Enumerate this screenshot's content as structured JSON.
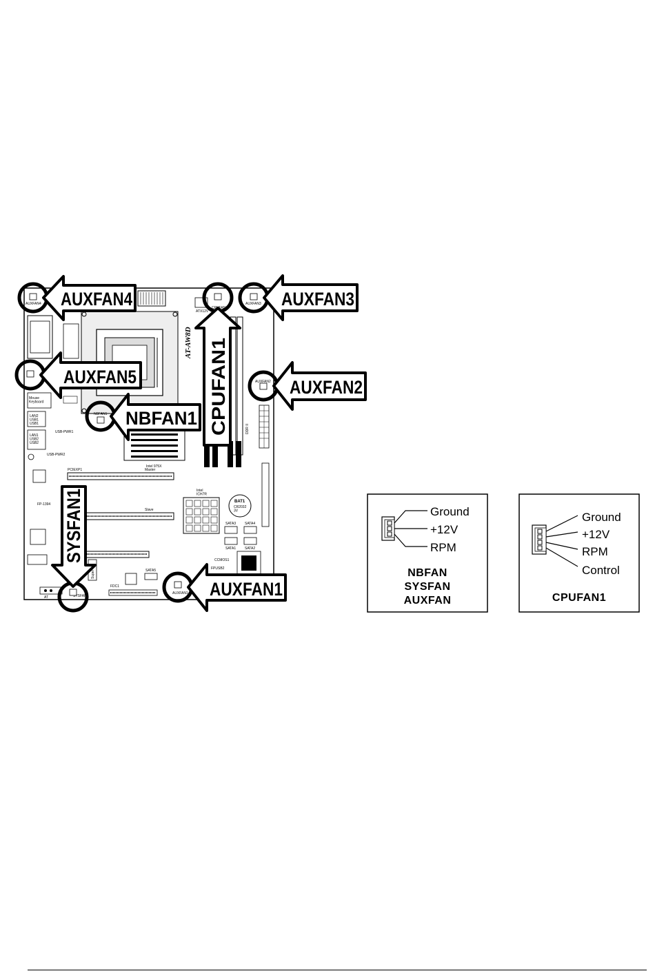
{
  "callouts": {
    "auxfan4": "AUXFAN4",
    "auxfan3": "AUXFAN3",
    "auxfan5": "AUXFAN5",
    "auxfan2": "AUXFAN2",
    "nbfan1": "NBFAN1",
    "cpufan1": "CPUFAN1",
    "sysfan1": "SYSFAN1",
    "auxfan1": "AUXFAN1"
  },
  "board_labels": {
    "auxfan4": "AUXFAN4",
    "cpufan1": "CPUFAN1",
    "auxfan3": "AUXFAN3",
    "auxfan2": "AUXFAN2",
    "nbfan1": "NBFAN1",
    "sysfan1": "SYSFAN1",
    "auxfan1": "AUXFAN1",
    "atx12v": "ATX12V",
    "mouse_keyboard": "Mouse\nKeyboard",
    "lan2_usb": "LAN2\nUSB1\nUSB1",
    "lan1_usb": "LAN1\nUSB2\nUSB2",
    "usb_pwr1": "USB-PWR1",
    "usb_pwr2": "USB-PWR2",
    "pciexp1": "PCIEXP1",
    "master": "Master",
    "slave": "Slave",
    "intel_975x": "Intel 975X",
    "intel_ich7r": "Intel\nICH7R",
    "bat1": "BAT1",
    "cr2032": "CR2032\n3V",
    "sata3": "SATA3",
    "sata4": "SATA4",
    "sata1": "SATA1",
    "sata2": "SATA2",
    "ccmos1": "CCMOS1",
    "fp1394": "FP-1394",
    "fdc1": "FDC1",
    "sata5": "SATA5",
    "fpusb2": "FPUSB2",
    "super_io": "Super I/O",
    "at": "AT",
    "board_model": "AT-AW8D",
    "ddr": "DDR II"
  },
  "legend_boxes": [
    {
      "pins": [
        "Ground",
        "+12V",
        "RPM"
      ],
      "title_lines": [
        "NBFAN",
        "SYSFAN",
        "AUXFAN"
      ]
    },
    {
      "pins": [
        "Ground",
        "+12V",
        "RPM",
        "Control"
      ],
      "title_lines": [
        "CPUFAN1"
      ]
    }
  ]
}
